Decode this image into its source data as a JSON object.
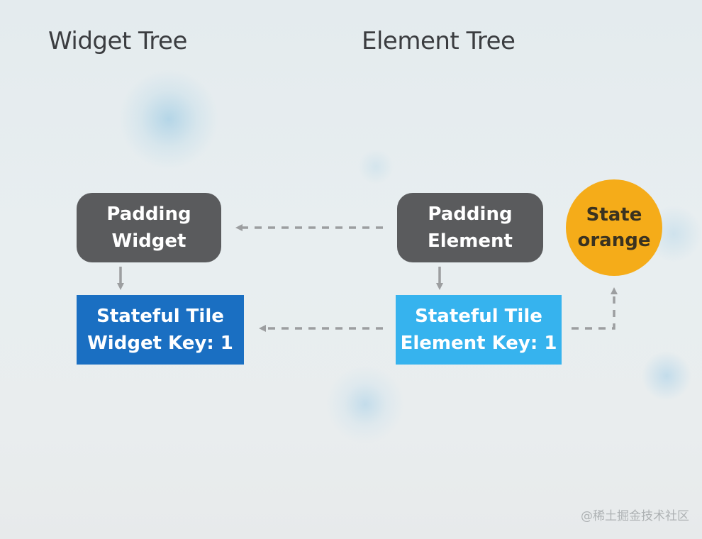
{
  "headings": {
    "widget_tree": "Widget Tree",
    "element_tree": "Element Tree"
  },
  "nodes": {
    "padding_widget": [
      "Padding",
      "Widget"
    ],
    "stateful_tile_widget": [
      "Stateful Tile",
      "Widget Key: 1"
    ],
    "padding_element": [
      "Padding",
      "Element"
    ],
    "stateful_tile_element": [
      "Stateful Tile",
      "Element Key: 1"
    ],
    "state": [
      "State",
      "orange"
    ]
  },
  "colors": {
    "dark_node": "#5a5b5d",
    "widget_blue": "#1a6fc2",
    "element_blue": "#36b3ee",
    "state_orange": "#f5ac19",
    "arrow": "#9c9ea0"
  },
  "watermark": "@稀土掘金技术社区"
}
